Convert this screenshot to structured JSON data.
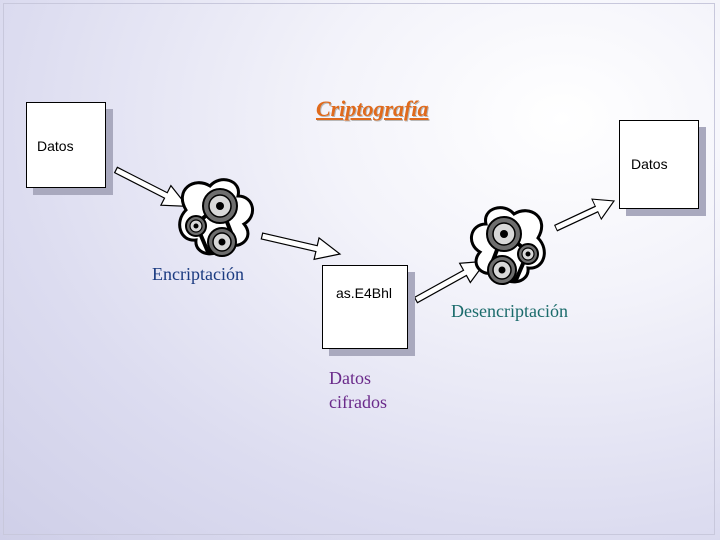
{
  "title": "Criptografía",
  "boxes": {
    "input": "Datos",
    "output": "Datos",
    "cipher": "as.E4Bhl"
  },
  "labels": {
    "encrypt": "Encriptación",
    "decrypt": "Desencriptación",
    "cipher_caption": [
      "Datos",
      "cifrados"
    ]
  },
  "colors": {
    "title": "#e06a1c",
    "encrypt_label": "#1a3a80",
    "decrypt_label": "#1a6b6b",
    "cipher_caption": "#6a2a8a"
  }
}
